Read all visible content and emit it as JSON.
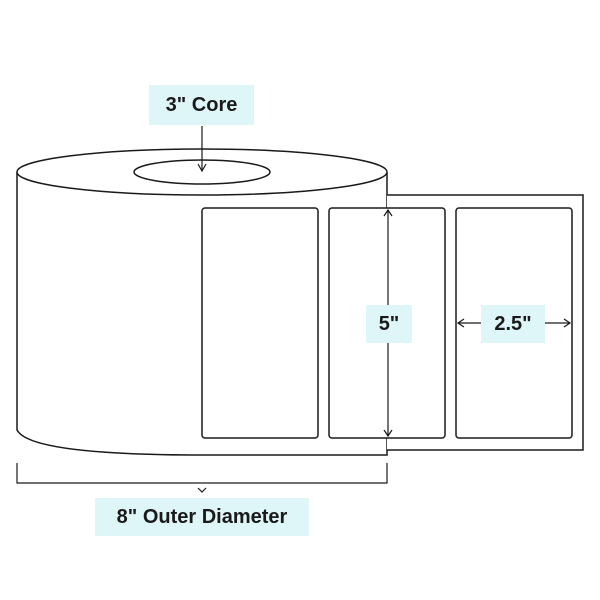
{
  "callouts": {
    "core": "3\" Core",
    "label_height": "5\"",
    "label_width": "2.5\"",
    "outer_diameter": "8\" Outer Diameter"
  },
  "colors": {
    "outline": "#1a1a1a",
    "callout_background": "#dff6f8",
    "text": "#1a1a1a"
  },
  "label_count": 3
}
